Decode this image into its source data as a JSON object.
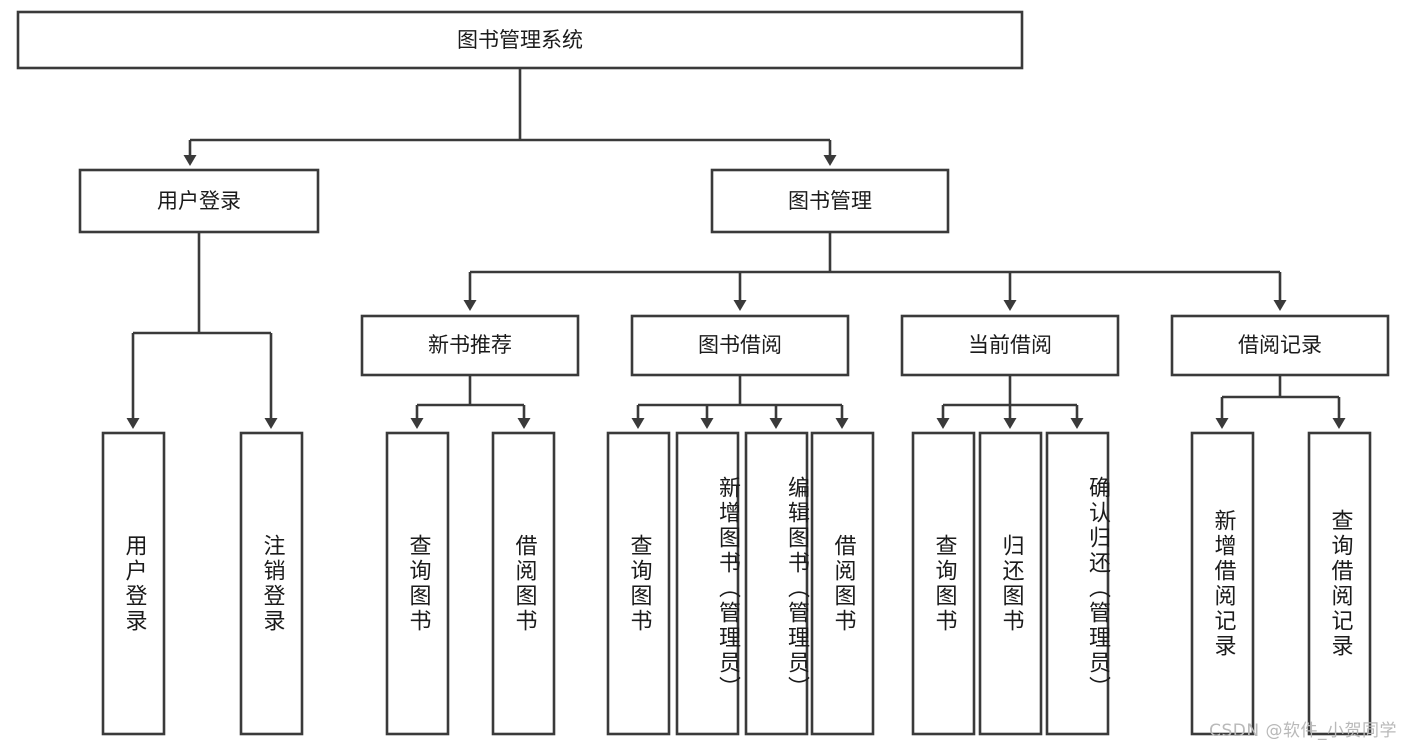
{
  "diagram": {
    "type": "tree-hierarchy",
    "title": "图书管理系统",
    "orientation": "top-down",
    "watermark": "CSDN @软件_小贺同学",
    "colors": {
      "box_stroke": "#3a3a3a",
      "box_fill": "#ffffff",
      "text": "#1b1b1b",
      "connector": "#3a3a3a",
      "background": "#ffffff",
      "watermark": "#b9b9b9"
    },
    "root": {
      "label": "图书管理系统"
    },
    "level1": [
      {
        "label": "用户登录"
      },
      {
        "label": "图书管理"
      }
    ],
    "level2": [
      {
        "label": "新书推荐"
      },
      {
        "label": "图书借阅"
      },
      {
        "label": "当前借阅"
      },
      {
        "label": "借阅记录"
      }
    ],
    "leaves": {
      "user_login": [
        {
          "label": "用户登录"
        },
        {
          "label": "注销登录"
        }
      ],
      "new_book_recommend": [
        {
          "label": "查询图书"
        },
        {
          "label": "借阅图书"
        }
      ],
      "book_borrow": [
        {
          "label": "查询图书"
        },
        {
          "label": "新增图书（管理员）"
        },
        {
          "label": "编辑图书（管理员）"
        },
        {
          "label": "借阅图书"
        }
      ],
      "current_borrow": [
        {
          "label": "查询图书"
        },
        {
          "label": "归还图书"
        },
        {
          "label": "确认归还（管理员）"
        }
      ],
      "borrow_records": [
        {
          "label": "新增借阅记录"
        },
        {
          "label": "查询借阅记录"
        }
      ]
    }
  }
}
